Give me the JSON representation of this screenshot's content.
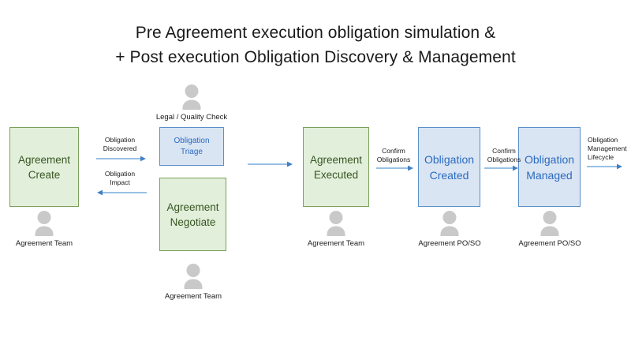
{
  "title": {
    "line1": "Pre Agreement execution obligation simulation &",
    "line2": "+ Post execution Obligation Discovery & Management"
  },
  "colors": {
    "green_fill": "#e2efda",
    "green_border": "#7ba05b",
    "green_text": "#375623",
    "blue_fill": "#dae5f3",
    "blue_border": "#5b8fc9",
    "blue_text": "#2a6ac0",
    "arrow": "#5b9bd5",
    "person": "#c9c9c9",
    "background": "#ffffff"
  },
  "boxes": [
    {
      "id": "agreement-create",
      "line1": "Agreement",
      "line2": "Create",
      "type": "green"
    },
    {
      "id": "obligation-triage",
      "line1": "Obligation",
      "line2": "Triage",
      "type": "blue"
    },
    {
      "id": "agreement-negotiate",
      "line1": "Agreement",
      "line2": "Negotiate",
      "type": "green"
    },
    {
      "id": "agreement-executed",
      "line1": "Agreement",
      "line2": "Executed",
      "type": "green"
    },
    {
      "id": "obligation-created",
      "line1": "Obligation",
      "line2": "Created",
      "type": "blue"
    },
    {
      "id": "obligation-managed",
      "line1": "Obligation",
      "line2": "Managed",
      "type": "blue"
    }
  ],
  "actors": [
    {
      "id": "agreement-create-actor",
      "label": "Agreement Team"
    },
    {
      "id": "legal-quality-check-actor",
      "label": "Legal / Quality Check"
    },
    {
      "id": "agreement-negotiate-actor",
      "label": "Agreement Team"
    },
    {
      "id": "agreement-executed-actor",
      "label": "Agreement Team"
    },
    {
      "id": "obligation-created-actor",
      "label": "Agreement PO/SO"
    },
    {
      "id": "obligation-managed-actor",
      "label": "Agreement PO/SO"
    }
  ],
  "connectors": [
    {
      "id": "obligation-discovered",
      "line1": "Obligation",
      "line2": "Discovered",
      "line3": "",
      "direction": "right"
    },
    {
      "id": "obligation-impact",
      "line1": "Obligation",
      "line2": "Impact",
      "line3": "",
      "direction": "left"
    },
    {
      "id": "triage-to-executed",
      "line1": "",
      "line2": "",
      "line3": "",
      "direction": "right"
    },
    {
      "id": "confirm-obligations-1",
      "line1": "Confirm",
      "line2": "Obligations",
      "line3": "",
      "direction": "right"
    },
    {
      "id": "confirm-obligations-2",
      "line1": "Confirm",
      "line2": "Obligations",
      "line3": "",
      "direction": "right"
    },
    {
      "id": "obligation-management-lifecycle",
      "line1": "Obligation",
      "line2": "Management",
      "line3": "Lifecycle",
      "direction": "right"
    }
  ]
}
